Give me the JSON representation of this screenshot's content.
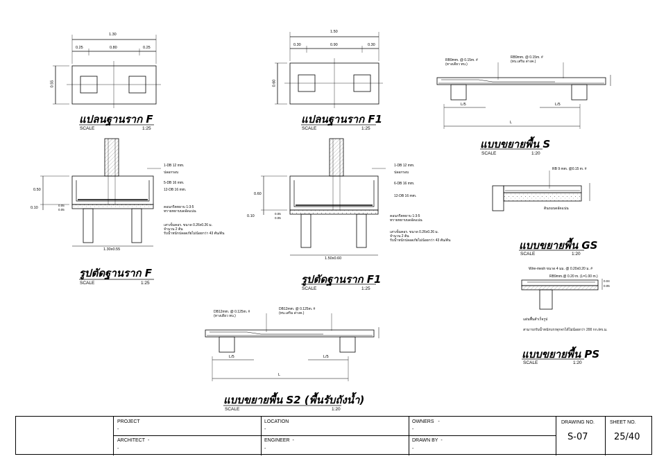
{
  "drawings": {
    "plan_f": {
      "title": "แปลนฐานราก F",
      "scale_label": "SCALE",
      "scale_value": "1:25",
      "dim_total": "1.30",
      "dim_left": "0.25",
      "dim_mid": "0.80",
      "dim_right": "0.25",
      "dim_height": "0.55"
    },
    "plan_f1": {
      "title": "แปลนฐานราก F1",
      "scale_label": "SCALE",
      "scale_value": "1:25",
      "dim_total": "1.50",
      "dim_left": "0.30",
      "dim_mid": "0.90",
      "dim_right": "0.30",
      "dim_height": "0.60"
    },
    "slab_s": {
      "title": "แบบขยายพื้น S",
      "scale_label": "SCALE",
      "scale_value": "1:20",
      "note_left": "RB9mm. @ 0.15m. #",
      "note_left2": "(ทางเดียว ทบ.)",
      "note_right": "RB9mm. @ 0.15m. #",
      "note_right2": "(ทบ.เสริม ล่างค.)",
      "span_left": "L/5",
      "span_right": "L/5",
      "span": "L"
    },
    "section_f": {
      "title": "รูปตัดฐานราก F",
      "scale_label": "SCALE",
      "scale_value": "1:25",
      "note1": "1-DB 12 mm.",
      "note2": "ปลอกรอบ",
      "note3": "5-DB 16 mm.",
      "note4": "12-DB 16 mm.",
      "note5": "คอนกรีตหยาบ 1:3:5",
      "note6": "ทรายหยาบบดอัดแน่น",
      "note7": "เสาเข็มคอร. ขนาด 0.26x0.26 ม.",
      "note8": "จำนวน 2 ต้น",
      "note9": "รับน้ำหนักปลอดภัยไม่น้อยกว่า 43 ตัน/ต้น",
      "dim_h": "0.50",
      "dim_b": "0.10",
      "dim_c1": "0.05",
      "dim_c2": "0.05",
      "dim_base": "1.30x0.55"
    },
    "section_f1": {
      "title": "รูปตัดฐานราก F1",
      "scale_label": "SCALE",
      "scale_value": "1:25",
      "note1": "1-DB 12 mm.",
      "note2": "ปลอกรอบ",
      "note3": "6-DB 16 mm.",
      "note4": "12-DB 16 mm.",
      "note5": "คอนกรีตหยาบ 1:3:5",
      "note6": "ทรายหยาบบดอัดแน่น",
      "note7": "เสาเข็มคอร. ขนาด 0.26x0.26 ม.",
      "note8": "จำนวน 2 ต้น",
      "note9": "รับน้ำหนักปลอดภัยไม่น้อยกว่า 43 ตัน/ต้น",
      "dim_h": "0.60",
      "dim_b": "0.10",
      "dim_c1": "0.05",
      "dim_c2": "0.05",
      "dim_base": "1.50x0.60"
    },
    "slab_gs": {
      "title": "แบบขยายพื้น GS",
      "scale_label": "SCALE",
      "scale_value": "1:20",
      "note1": "RB 9 mm. @0.15 m. #",
      "note2": "ดินถมบดอัดแน่น"
    },
    "slab_s2": {
      "title": "แบบขยายพื้น S2 (พื้นรับถังน้ำ)",
      "scale_label": "SCALE",
      "scale_value": "1:20",
      "note_left": "DB12mm. @ 0.125m. #",
      "note_left2": "(ทางเดียว ทบ.)",
      "note_right": "DB12mm. @ 0.125m. #",
      "note_right2": "(ทบ.เสริม ล่างค.)",
      "span_left": "L/5",
      "span_right": "L/5",
      "span": "L"
    },
    "slab_ps": {
      "title": "แบบขยายพื้น PS",
      "scale_label": "SCALE",
      "scale_value": "1:20",
      "note1": "Wire-mesh ขนาด 4 มม. @ 0.20x0.20 ม. #",
      "note2": "RB9mm.@ 0.20 m. (L=1.00 m.)",
      "note3": "แผ่นพื้นสำเร็จรูป",
      "note4": "สามารถรับน้ำหนักบรรทุกจรได้ไม่น้อยกว่า 200 กก./ตร.ม.",
      "dim1": "0.04",
      "dim2": "0.05"
    }
  },
  "title_block": {
    "project_label": "PROJECT",
    "project_value": "-",
    "location_label": "LOCATION",
    "location_value": "-",
    "owners_label": "OWNERS",
    "owners_value": "-",
    "owners_value2": "-",
    "architect_label": "ARCHITECT",
    "architect_value": "-",
    "architect_value2": "-",
    "engineer_label": "ENGINEER",
    "engineer_value": "-",
    "engineer_value2": "-",
    "drawn_label": "DRAWN BY",
    "drawn_value": "-",
    "drawn_value2": "-",
    "drawing_no_label": "DRAWING NO.",
    "drawing_no": "S-07",
    "sheet_no_label": "SHEET NO.",
    "sheet_no": "25/40"
  }
}
